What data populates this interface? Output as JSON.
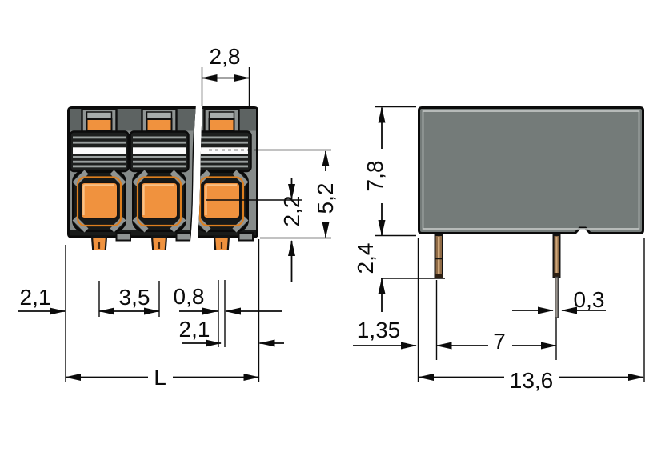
{
  "drawing": {
    "type": "technical-dimension-drawing",
    "subject": "3-pole PCB terminal block, front view and side view",
    "units": "mm (decimal comma notation)"
  },
  "dims": {
    "d28": "2,8",
    "d52": "5,2",
    "d22": "2,2",
    "d21_left": "2,1",
    "d35": "3,5",
    "d08": "0,8",
    "d21_right": "2,1",
    "dL": "L",
    "d78": "7,8",
    "d24": "2,4",
    "d135": "1,35",
    "d7": "7",
    "d03": "0,3",
    "d136": "13,6"
  },
  "colors": {
    "line": "#0b0b0b",
    "body_gray_side": "#747b79",
    "body_gray_front": "#868b8a",
    "band_dark": "#5d6362",
    "slot_dark": "#1d1f1e",
    "orange": "#F0923E",
    "orange_edge": "#DD7F1F",
    "pin_brown": "#8f6a45",
    "white": "#ffffff"
  }
}
